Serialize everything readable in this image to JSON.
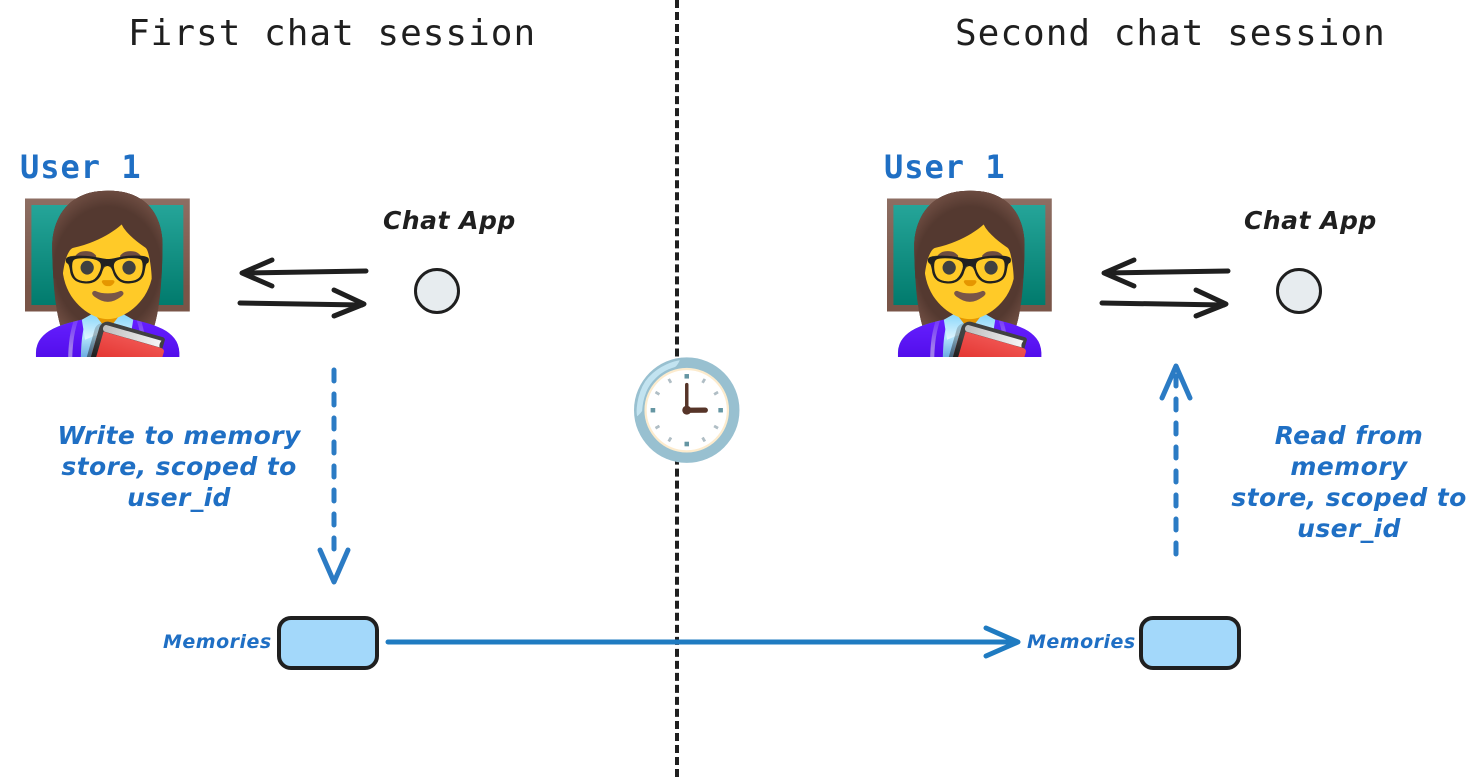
{
  "diagram": {
    "title_left": "First chat session",
    "title_right": "Second chat session",
    "colors": {
      "accent_blue": "#1f6fc4",
      "memory_fill": "#a3d8fa",
      "app_fill": "#e7ecef",
      "ink": "#1f1f1f"
    }
  },
  "left_session": {
    "title": "First chat session",
    "user_label": "User 1",
    "user_avatar": "👩‍🏫",
    "app_label": "Chat App",
    "memories_label": "Memories",
    "annotation": [
      "Write to memory",
      "store, scoped to",
      "user_id"
    ]
  },
  "right_session": {
    "title": "Second chat session",
    "user_label": "User 1",
    "user_avatar": "👩‍🏫",
    "app_label": "Chat App",
    "memories_label": "Memories",
    "annotation": [
      "Read from memory",
      "store, scoped to",
      "user_id"
    ]
  },
  "center": {
    "clock_icon": "🕒",
    "divider_icon": "vertical-dashed-divider"
  },
  "icons": {
    "arrow_left": "arrow-left-icon",
    "arrow_right": "arrow-right-icon",
    "arrow_down_dashed": "arrow-down-dashed-icon",
    "arrow_up_dashed": "arrow-up-dashed-icon",
    "arrow_transfer": "arrow-right-long-icon"
  }
}
